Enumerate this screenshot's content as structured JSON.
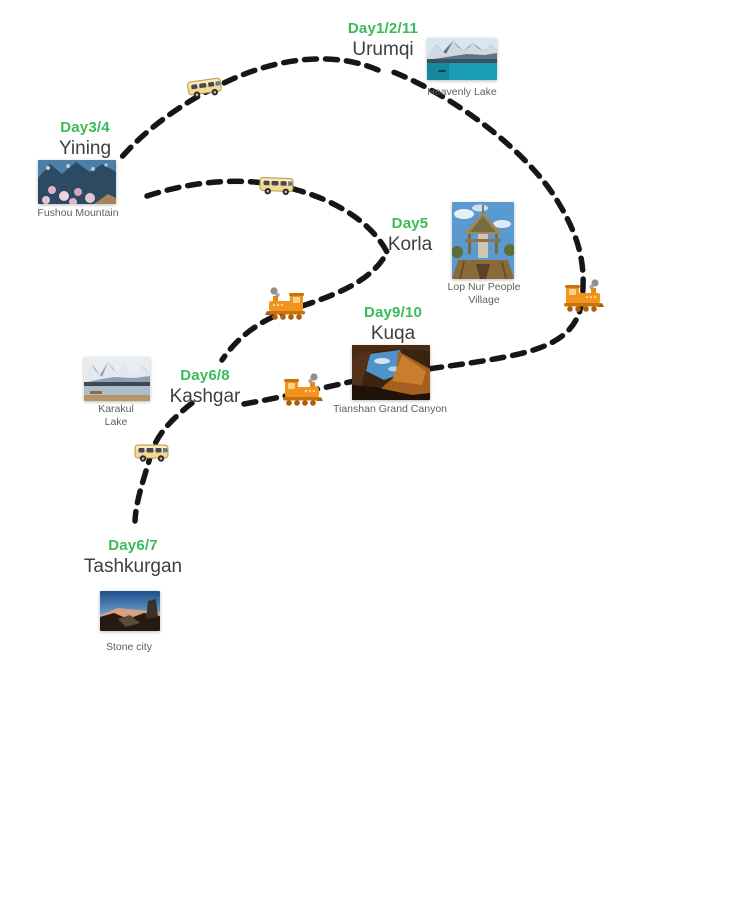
{
  "map": {
    "stops": [
      {
        "day": "Day1/2/11",
        "city": "Urumqi"
      },
      {
        "day": "Day3/4",
        "city": "Yining"
      },
      {
        "day": "Day5",
        "city": "Korla"
      },
      {
        "day": "Day9/10",
        "city": "Kuqa"
      },
      {
        "day": "Day6/8",
        "city": "Kashgar"
      },
      {
        "day": "Day6/7",
        "city": "Tashkurgan"
      }
    ],
    "attractions": [
      {
        "caption": "Heavenly Lake"
      },
      {
        "caption": "Fushou Mountain"
      },
      {
        "caption": "Lop Nur People Village"
      },
      {
        "caption": "Tianshan Grand Canyon"
      },
      {
        "caption": "Karakul Lake"
      },
      {
        "caption": "Stone city"
      }
    ],
    "vehicles": [
      {
        "icon": "minibus-icon"
      },
      {
        "icon": "minibus-icon"
      },
      {
        "icon": "minibus-icon"
      },
      {
        "icon": "locomotive-icon"
      },
      {
        "icon": "locomotive-icon"
      },
      {
        "icon": "locomotive-icon"
      }
    ],
    "colors": {
      "day_label": "#3abb58",
      "city_label": "#3f3f3f",
      "caption": "#5f5f5f",
      "route_dash": "#161616"
    }
  }
}
